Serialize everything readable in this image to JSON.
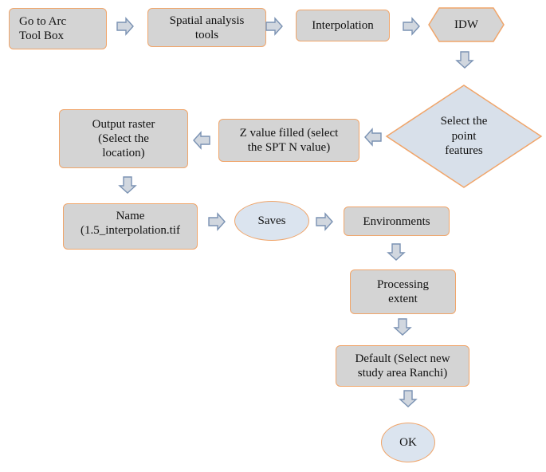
{
  "diagram": {
    "nodes": {
      "go_to_arc": "Go to Arc\nTool Box",
      "spatial_analysis": "Spatial analysis\ntools",
      "interpolation": "Interpolation",
      "idw": "IDW",
      "select_point": "Select the\npoint\nfeatures",
      "z_value": "Z value filled (select\nthe SPT N value)",
      "output_raster": "Output raster\n(Select the\nlocation)",
      "name": "Name\n(1.5_interpolation.tif",
      "name_tick": "`",
      "saves": "Saves",
      "environments": "Environments",
      "processing_extent": "Processing\nextent",
      "default": "Default (Select new\nstudy area Ranchi)",
      "ok": "OK"
    },
    "colors": {
      "box_fill": "#d4d4d4",
      "box_border": "#f0a56a",
      "ellipse_fill": "#dbe4ef",
      "diamond_fill": "#d8e0ea",
      "arrow_fill": "#d1d7df",
      "arrow_stroke": "#7a92b3"
    }
  }
}
